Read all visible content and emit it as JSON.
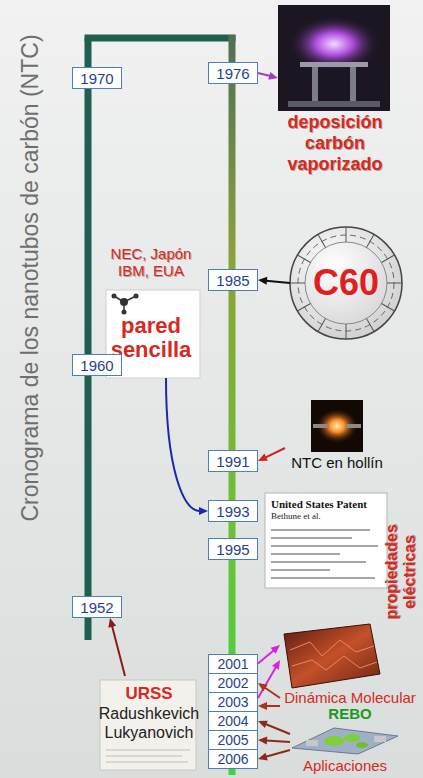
{
  "diagram": {
    "title": "Cronograma de los nanotubos de carbón (NTC)",
    "nodes": [
      {
        "text": [
          "1970"
        ]
      },
      {
        "text": [
          "1976"
        ]
      },
      {
        "text": [
          "deposición carbón vaporizado"
        ]
      },
      {
        "text": [
          "1985"
        ]
      },
      {
        "text": [
          "C60"
        ]
      },
      {
        "text": [
          "NEC, Japón IBM, EUA",
          "pared sencilla"
        ]
      },
      {
        "text": [
          "1960"
        ]
      },
      {
        "text": [
          "1991"
        ]
      },
      {
        "text": [
          "NTC en hollín"
        ]
      },
      {
        "text": [
          "1993"
        ]
      },
      {
        "text": [
          "1995"
        ]
      },
      {
        "text": [
          "United States Patent",
          "Bethune et al."
        ]
      },
      {
        "text": [
          "1952"
        ]
      },
      {
        "text": [
          "URSS",
          "Radushkevich Lukyanovich"
        ]
      },
      {
        "text": [
          "propiedades eléctricas"
        ]
      },
      {
        "text": [
          "2001"
        ]
      },
      {
        "text": [
          "2002"
        ]
      },
      {
        "text": [
          "Dinámica Molecular",
          "REBO"
        ]
      },
      {
        "text": [
          "2003"
        ]
      },
      {
        "text": [
          "2004"
        ]
      },
      {
        "text": [
          "2005"
        ]
      },
      {
        "text": [
          "2006"
        ]
      },
      {
        "text": [
          "Aplicaciones"
        ]
      }
    ],
    "edges": [
      {
        "from": 1,
        "to": 2,
        "arrow": "to"
      },
      {
        "from": 4,
        "to": 3,
        "arrow": "to"
      },
      {
        "from": 8,
        "to": 7,
        "arrow": "to"
      },
      {
        "from": 5,
        "to": 9,
        "arrow": "to"
      },
      {
        "from": 13,
        "to": 12,
        "arrow": "to"
      },
      {
        "from": 15,
        "to": 14,
        "arrow": "to"
      },
      {
        "from": 18,
        "to": 14,
        "arrow": "to"
      },
      {
        "from": 17,
        "to": 16,
        "arrow": "to"
      },
      {
        "from": 17,
        "to": 18,
        "arrow": "to"
      },
      {
        "from": 22,
        "to": 19,
        "arrow": "to"
      },
      {
        "from": 22,
        "to": 20,
        "arrow": "to"
      },
      {
        "from": 22,
        "to": 21,
        "arrow": "to"
      }
    ]
  }
}
